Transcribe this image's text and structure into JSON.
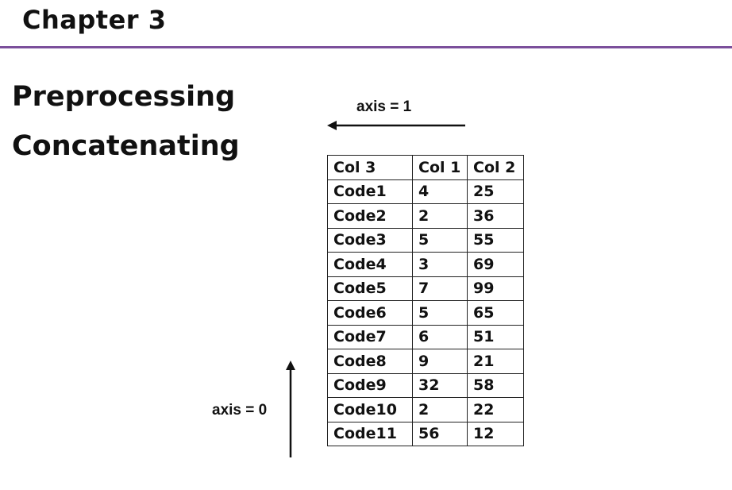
{
  "chapter": "Chapter 3",
  "headings": [
    "Preprocessing",
    "Concatenating"
  ],
  "axis_horizontal_label": "axis = 1",
  "axis_vertical_label": "axis = 0",
  "table": {
    "header": [
      "Col 3",
      "Col 1",
      "Col 2"
    ],
    "rows": [
      [
        "Code1",
        "4",
        "25"
      ],
      [
        "Code2",
        "2",
        "36"
      ],
      [
        "Code3",
        "5",
        "55"
      ],
      [
        "Code4",
        "3",
        "69"
      ],
      [
        "Code5",
        "7",
        "99"
      ],
      [
        "Code6",
        "5",
        "65"
      ],
      [
        "Code7",
        "6",
        "51"
      ],
      [
        "Code8",
        "9",
        "21"
      ],
      [
        "Code9",
        "32",
        "58"
      ],
      [
        "Code10",
        "2",
        "22"
      ],
      [
        "Code11",
        "56",
        "12"
      ]
    ]
  },
  "colors": {
    "rule": "#7b4f9b",
    "text": "#111111"
  },
  "icons": {
    "horizontal_arrow": "arrow-left-icon",
    "vertical_arrow": "arrow-up-icon"
  }
}
